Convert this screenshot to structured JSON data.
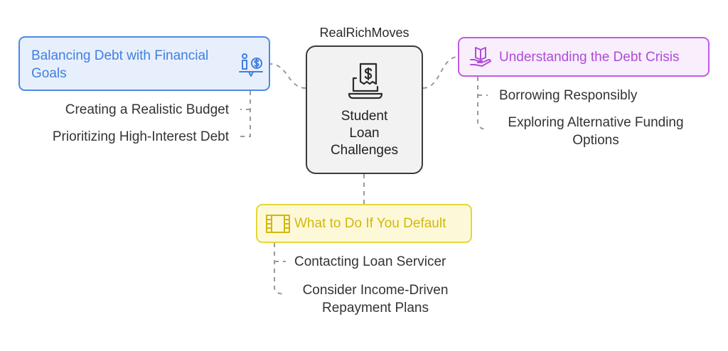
{
  "brand": "RealRichMoves",
  "center": {
    "label": "Student\nLoan\nChallenges",
    "icon": "laptop-receipt-icon"
  },
  "branches": {
    "balancing": {
      "title": "Balancing Debt with Financial Goals",
      "icon": "balance-scale-dollar-icon",
      "color": "#4a8ae6",
      "items": [
        "Creating a Realistic Budget",
        "Prioritizing High-Interest Debt"
      ]
    },
    "crisis": {
      "title": "Understanding the Debt Crisis",
      "icon": "book-in-hand-icon",
      "color": "#c25ae4",
      "items": [
        "Borrowing Responsibly",
        "Exploring Alternative Funding Options"
      ]
    },
    "default": {
      "title": "What to Do If You Default",
      "icon": "film-strip-icon",
      "color": "#e6d636",
      "items": [
        "Contacting Loan Servicer",
        "Consider Income-Driven Repayment Plans"
      ]
    }
  }
}
